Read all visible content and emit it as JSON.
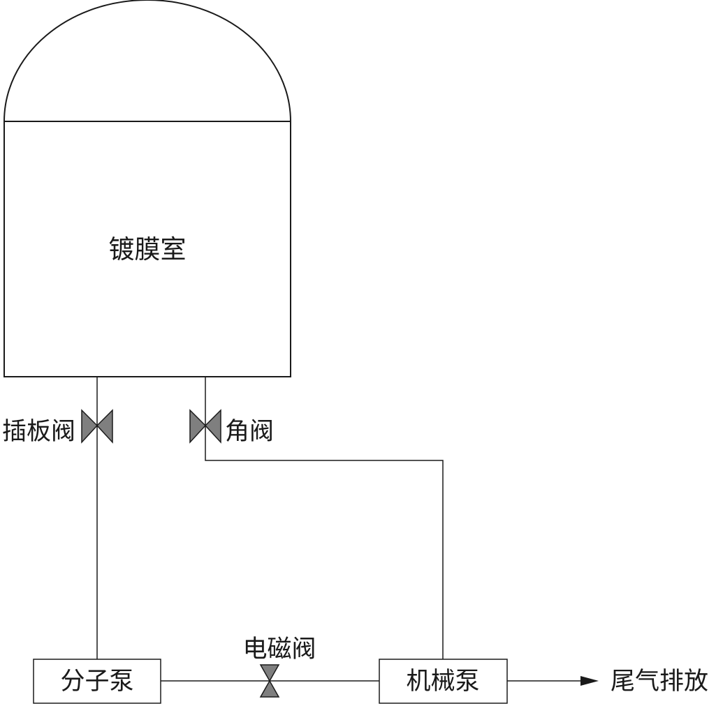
{
  "labels": {
    "chamber": "镀膜室",
    "gate_valve": "插板阀",
    "angle_valve": "角阀",
    "solenoid_valve": "电磁阀",
    "molecular_pump": "分子泵",
    "mechanical_pump": "机械泵",
    "exhaust": "尾气排放"
  },
  "colors": {
    "line": "#1a1a1a",
    "valve_fill": "#7f7f7f"
  }
}
